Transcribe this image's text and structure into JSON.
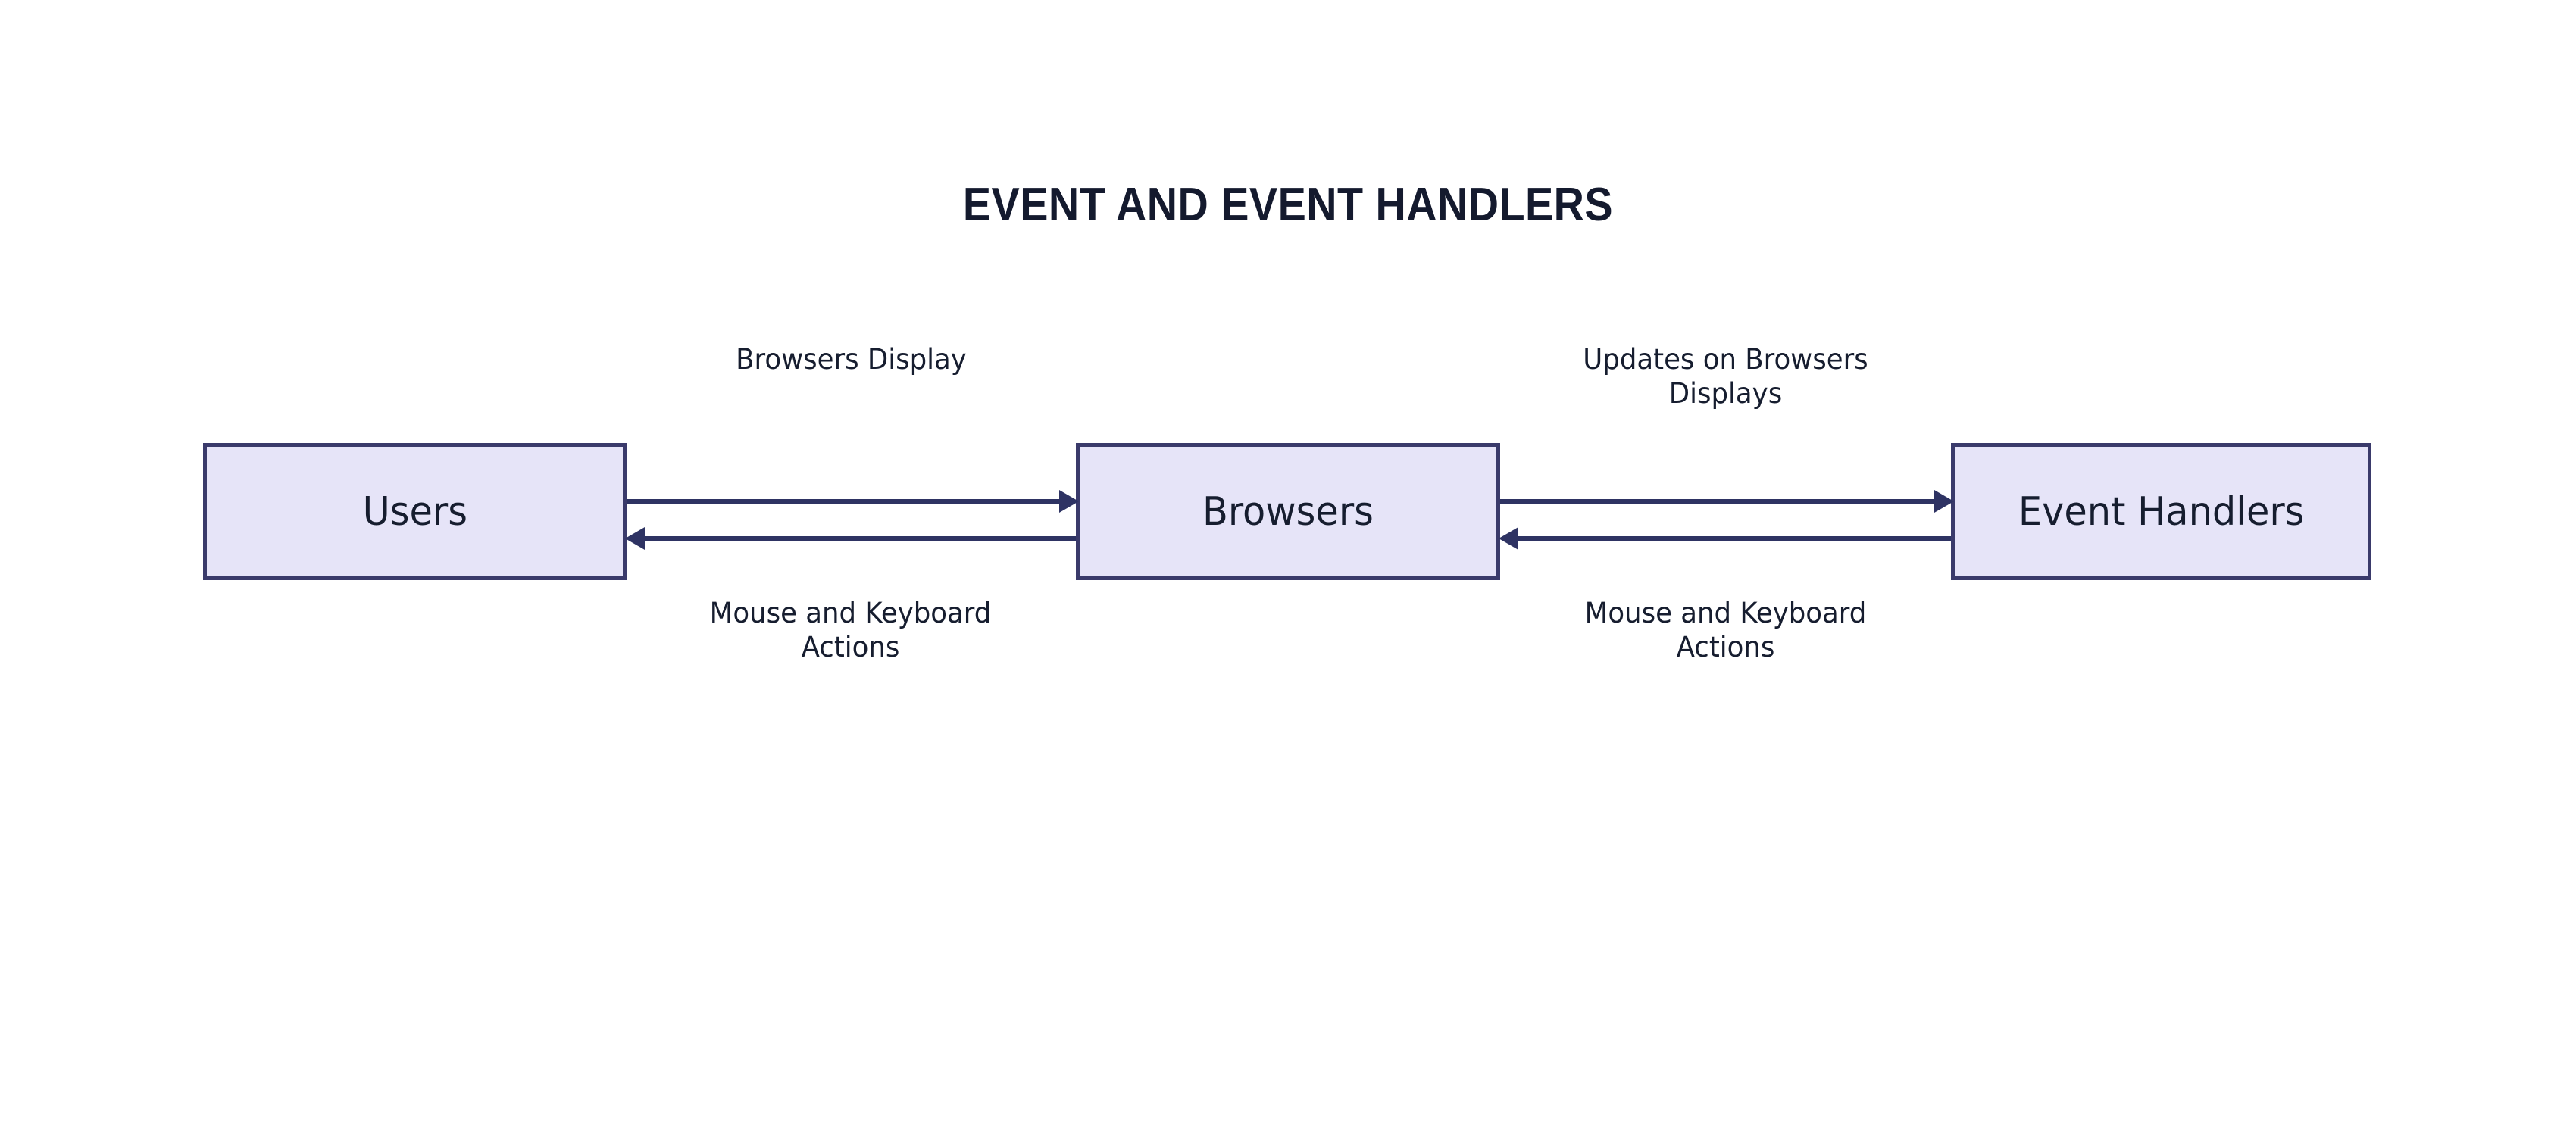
{
  "diagram": {
    "title": "EVENT AND EVENT HANDLERS",
    "type": "flow-diagram",
    "background_color": "#ffffff",
    "node_fill_color": "#e6e4f8",
    "node_border_color": "#3a3a6b",
    "arrow_color": "#2e3363",
    "text_color": "#161d2f",
    "title_color": "#141a2e",
    "nodes": [
      {
        "id": "users",
        "label": "Users"
      },
      {
        "id": "browsers",
        "label": "Browsers"
      },
      {
        "id": "handlers",
        "label": "Event Handlers"
      }
    ],
    "edges": [
      {
        "id": "users-to-browsers",
        "from": "users",
        "to": "browsers",
        "direction": "right",
        "label": "Browsers Display",
        "label_position": "above"
      },
      {
        "id": "browsers-to-users",
        "from": "browsers",
        "to": "users",
        "direction": "left",
        "label": "Mouse and Keyboard\nActions",
        "label_position": "below"
      },
      {
        "id": "browsers-to-handlers",
        "from": "browsers",
        "to": "handlers",
        "direction": "right",
        "label": "Updates on Browsers\nDisplays",
        "label_position": "above"
      },
      {
        "id": "handlers-to-browsers",
        "from": "handlers",
        "to": "browsers",
        "direction": "left",
        "label": "Mouse and Keyboard\nActions",
        "label_position": "below"
      }
    ]
  }
}
